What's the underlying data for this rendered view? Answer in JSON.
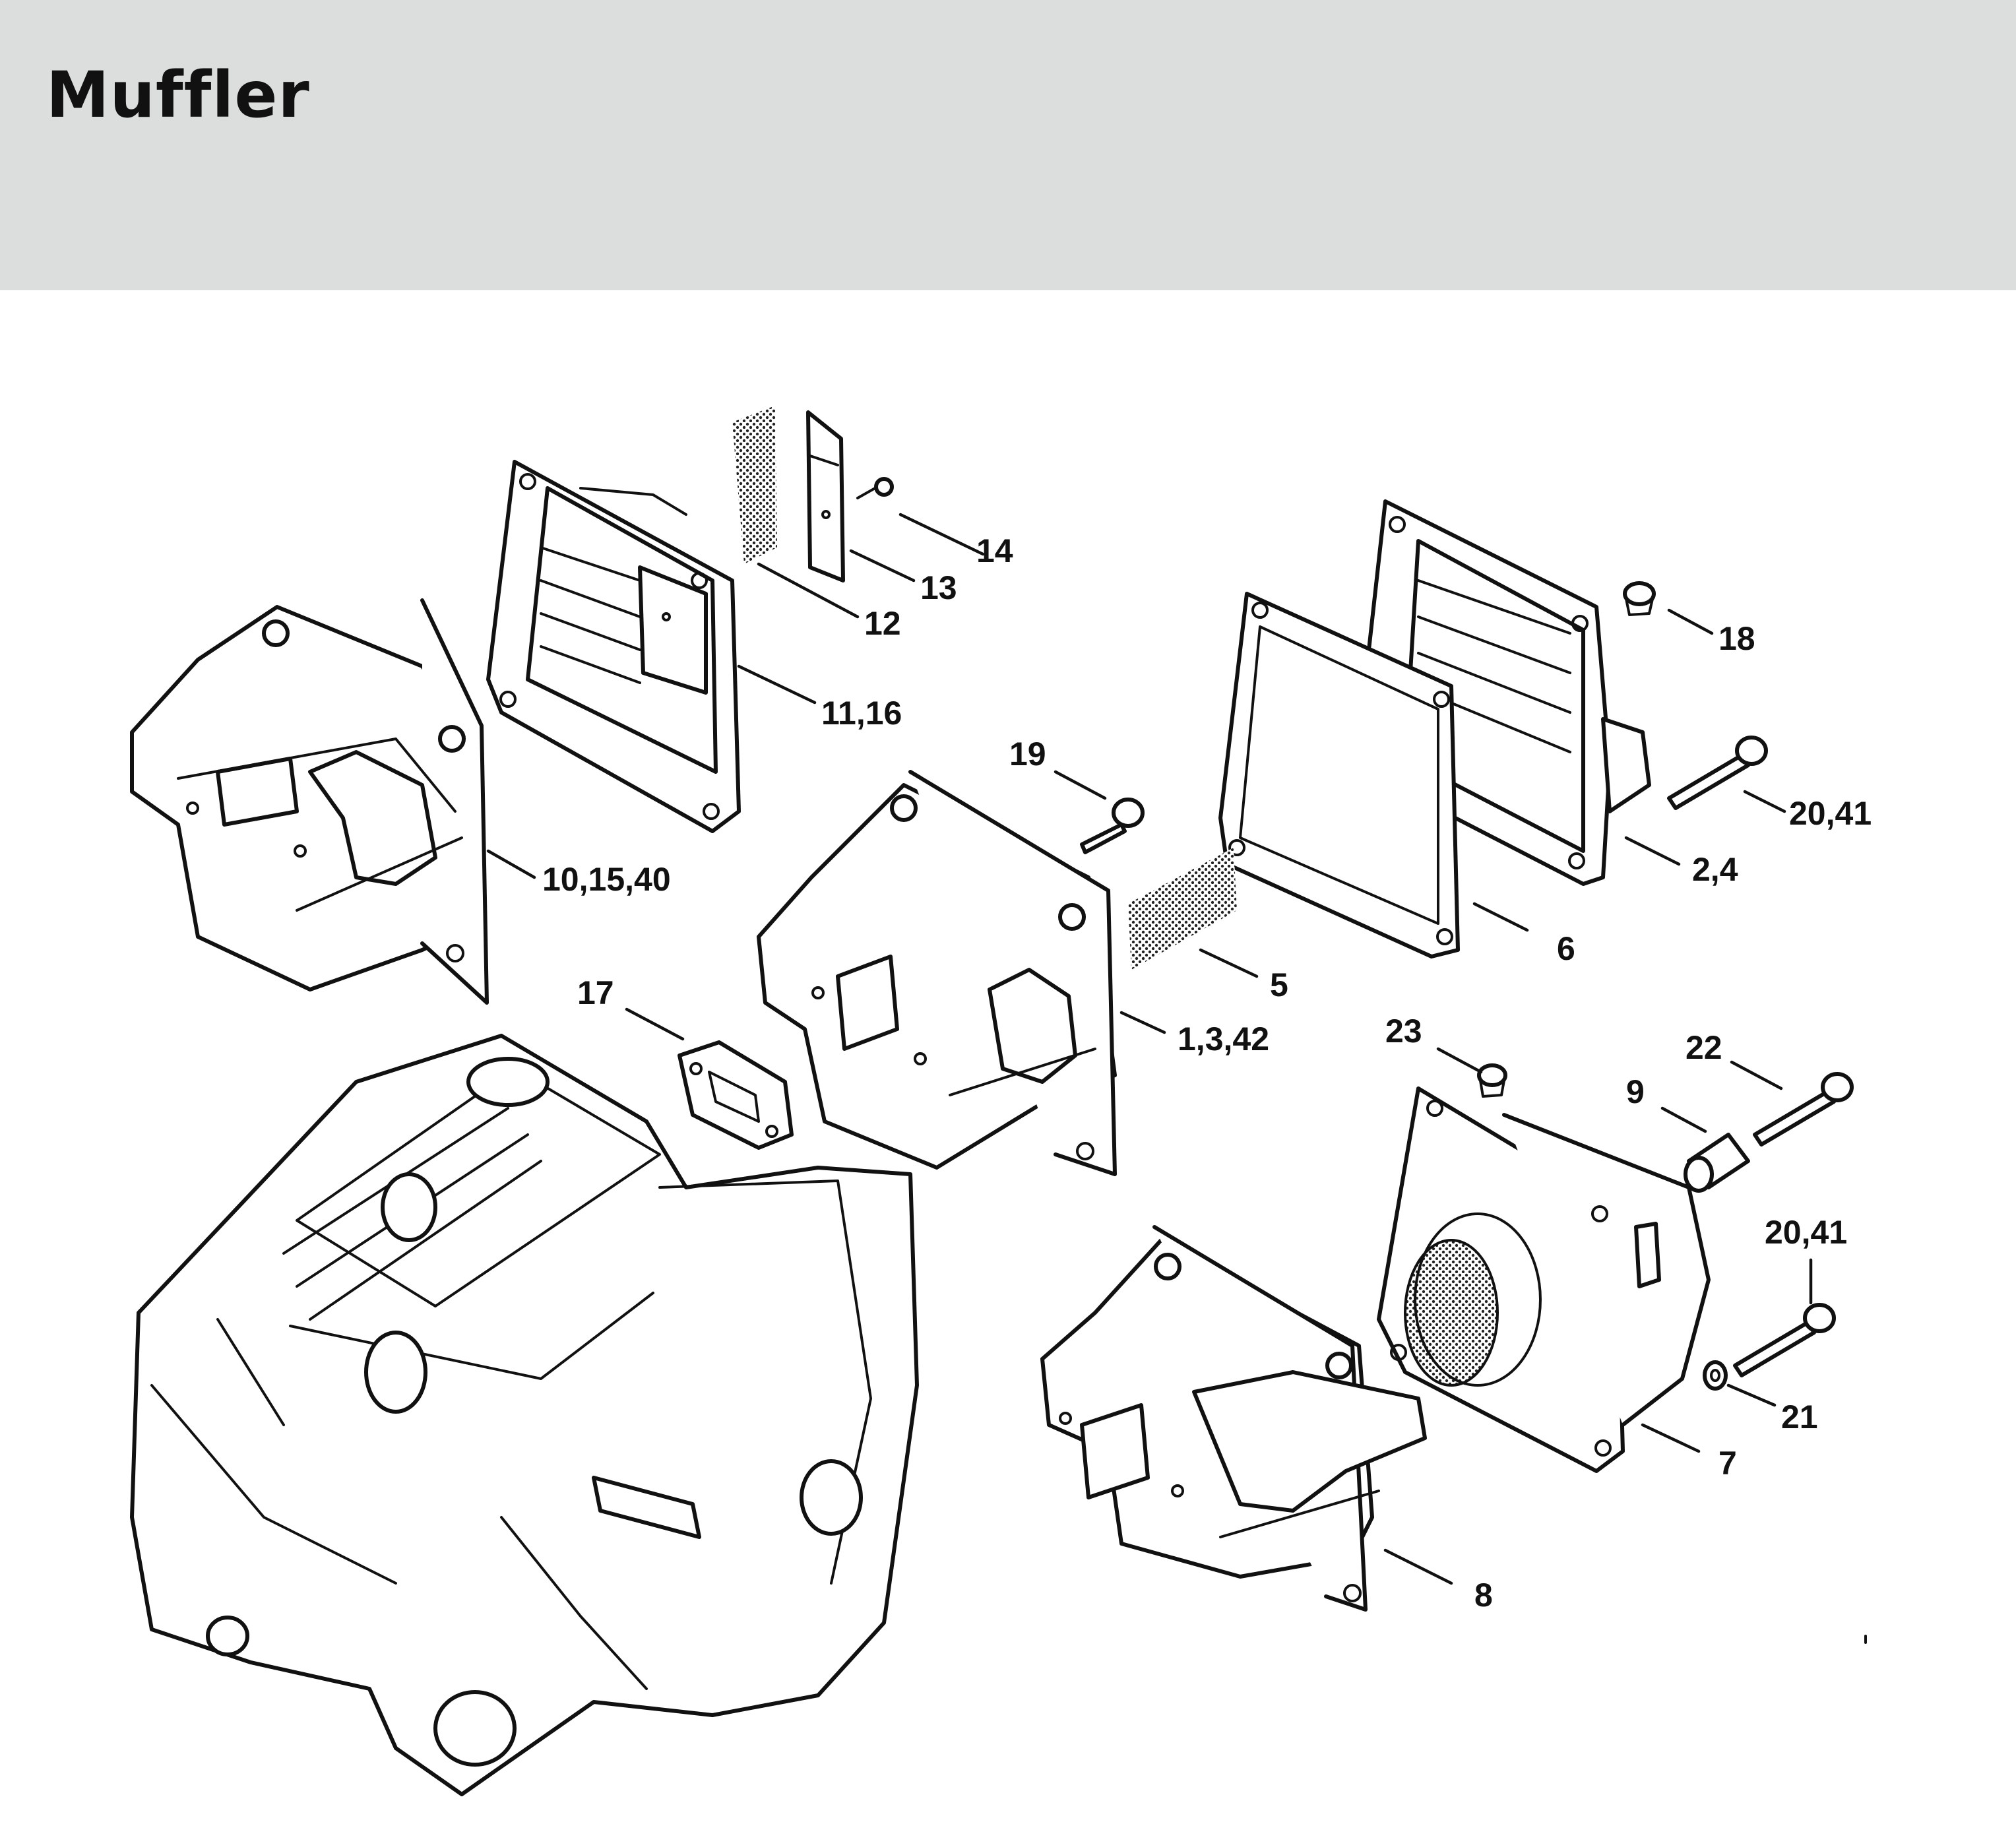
{
  "page": {
    "title": "Muffler"
  },
  "callouts": {
    "c14": "14",
    "c13": "13",
    "c12": "12",
    "c11_16": "11,16",
    "c10_15_40": "10,15,40",
    "c18": "18",
    "c19": "19",
    "c20_41_top": "20,41",
    "c2_4": "2,4",
    "c6": "6",
    "c5": "5",
    "c17": "17",
    "c1_3_42": "1,3,42",
    "c23": "23",
    "c22": "22",
    "c9": "9",
    "c20_41_bottom": "20,41",
    "c21": "21",
    "c7": "7",
    "c8": "8"
  },
  "colors": {
    "header_bg": "#dcdedd",
    "line": "#111111"
  }
}
